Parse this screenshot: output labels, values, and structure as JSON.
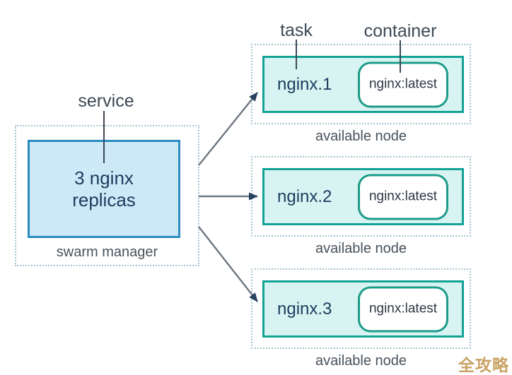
{
  "labels": {
    "service": "service",
    "task": "task",
    "container": "container"
  },
  "manager": {
    "replicas_line1": "3 nginx",
    "replicas_line2": "replicas",
    "caption": "swarm manager"
  },
  "nodes": [
    {
      "task": "nginx.1",
      "container": "nginx:latest",
      "caption": "available node"
    },
    {
      "task": "nginx.2",
      "container": "nginx:latest",
      "caption": "available node"
    },
    {
      "task": "nginx.3",
      "container": "nginx:latest",
      "caption": "available node"
    }
  ],
  "watermark": "全攻略",
  "colors": {
    "manager_box_fill": "#cde9f7",
    "manager_box_border": "#2b8cbf",
    "task_box_fill": "#d8f4f2",
    "task_box_border": "#12a296",
    "container_border": "#1d9b8a",
    "dotted_border": "#a8c4cf",
    "arrow_line": "#6d7681",
    "arrow_head": "#24415d",
    "navy_text": "#1c3c5e",
    "label_text": "#3c4955",
    "caption_text": "#48525b",
    "watermark_gold": "#c9a263"
  }
}
